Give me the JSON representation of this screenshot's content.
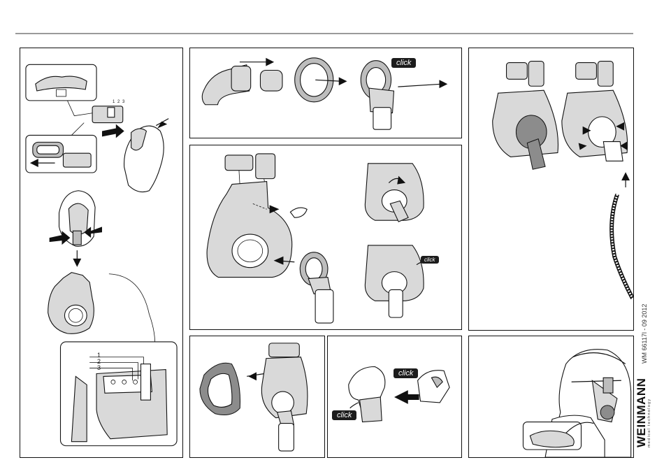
{
  "labels": {
    "click": "click",
    "callout_numbers": [
      "1",
      "2",
      "3"
    ],
    "tiny_numbers": "1 2 3"
  },
  "footer": {
    "document_code": "WM 66117l - 09 2012",
    "brand_name": "WEINMANN",
    "brand_tagline": "medical technology"
  },
  "colors": {
    "line": "#111111",
    "mask_fill": "#d9d9d9",
    "divider": "#9a9a9a"
  }
}
